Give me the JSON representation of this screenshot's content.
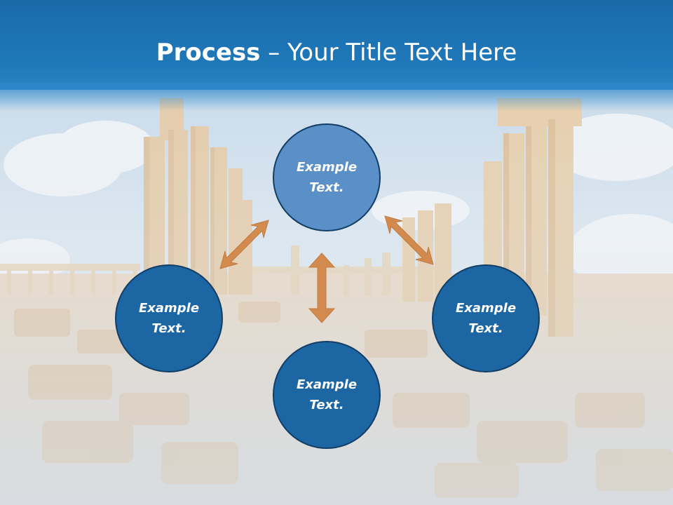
{
  "slide": {
    "title_bold": "Process",
    "title_rest": " – Your Title Text Here"
  },
  "nodes": {
    "top": "Example Text.",
    "left": "Example Text.",
    "right": "Example Text.",
    "bottom": "Example Text."
  },
  "colors": {
    "header": "#1f79ba",
    "node_fill": "#1c66a4",
    "node_highlight": "#5b8fc8",
    "node_border": "#123e66",
    "arrow": "#d28a4e"
  }
}
